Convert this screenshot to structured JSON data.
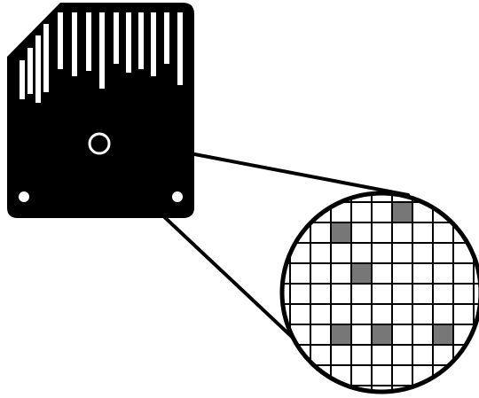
{
  "diagram": {
    "card": {
      "name": "memory-card",
      "contact_count": 14,
      "mounting_holes": 2
    },
    "magnifier": {
      "name": "magnified-memory-grid",
      "grid": {
        "rows": 10,
        "cols": 9
      },
      "highlighted_cells": [
        [
          0,
          5
        ],
        [
          1,
          2
        ],
        [
          3,
          3
        ],
        [
          6,
          2
        ],
        [
          6,
          4
        ],
        [
          6,
          7
        ]
      ]
    },
    "colors": {
      "background": "#ffffff",
      "card": "#000000",
      "slots": "#ffffff",
      "grid_lines": "#000000",
      "grid_fill": "#ffffff",
      "highlight": "#777777"
    }
  }
}
